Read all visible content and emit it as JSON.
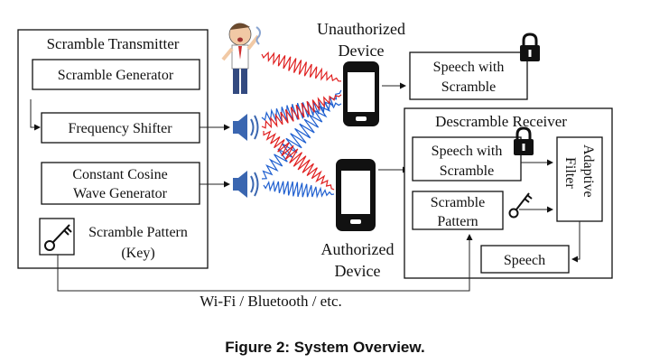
{
  "transmitter": {
    "title": "Scramble Transmitter",
    "generator": "Scramble Generator",
    "shifter": "Frequency Shifter",
    "cosine_line1": "Constant Cosine",
    "cosine_line2": "Wave Generator",
    "pattern_line1": "Scramble Pattern",
    "pattern_line2": "(Key)"
  },
  "unauthorized": {
    "label_line1": "Unauthorized",
    "label_line2": "Device",
    "output_line1": "Speech with",
    "output_line2": "Scramble"
  },
  "authorized": {
    "label_line1": "Authorized",
    "label_line2": "Device"
  },
  "receiver": {
    "title": "Descramble Receiver",
    "input_line1": "Speech with",
    "input_line2": "Scramble",
    "pattern_line1": "Scramble",
    "pattern_line2": "Pattern",
    "filter_line1": "Adaptive",
    "filter_line2": "Filter",
    "output": "Speech"
  },
  "link_label": "Wi-Fi / Bluetooth / etc.",
  "caption": "Figure 2: System Overview.",
  "colors": {
    "red_wave": "#e02020",
    "blue_wave": "#2060d0",
    "speaker": "#3a66b0",
    "phone": "#111111"
  },
  "icons": [
    "speaker-icon",
    "phone-icon",
    "lock-icon",
    "key-icon",
    "person-icon"
  ]
}
